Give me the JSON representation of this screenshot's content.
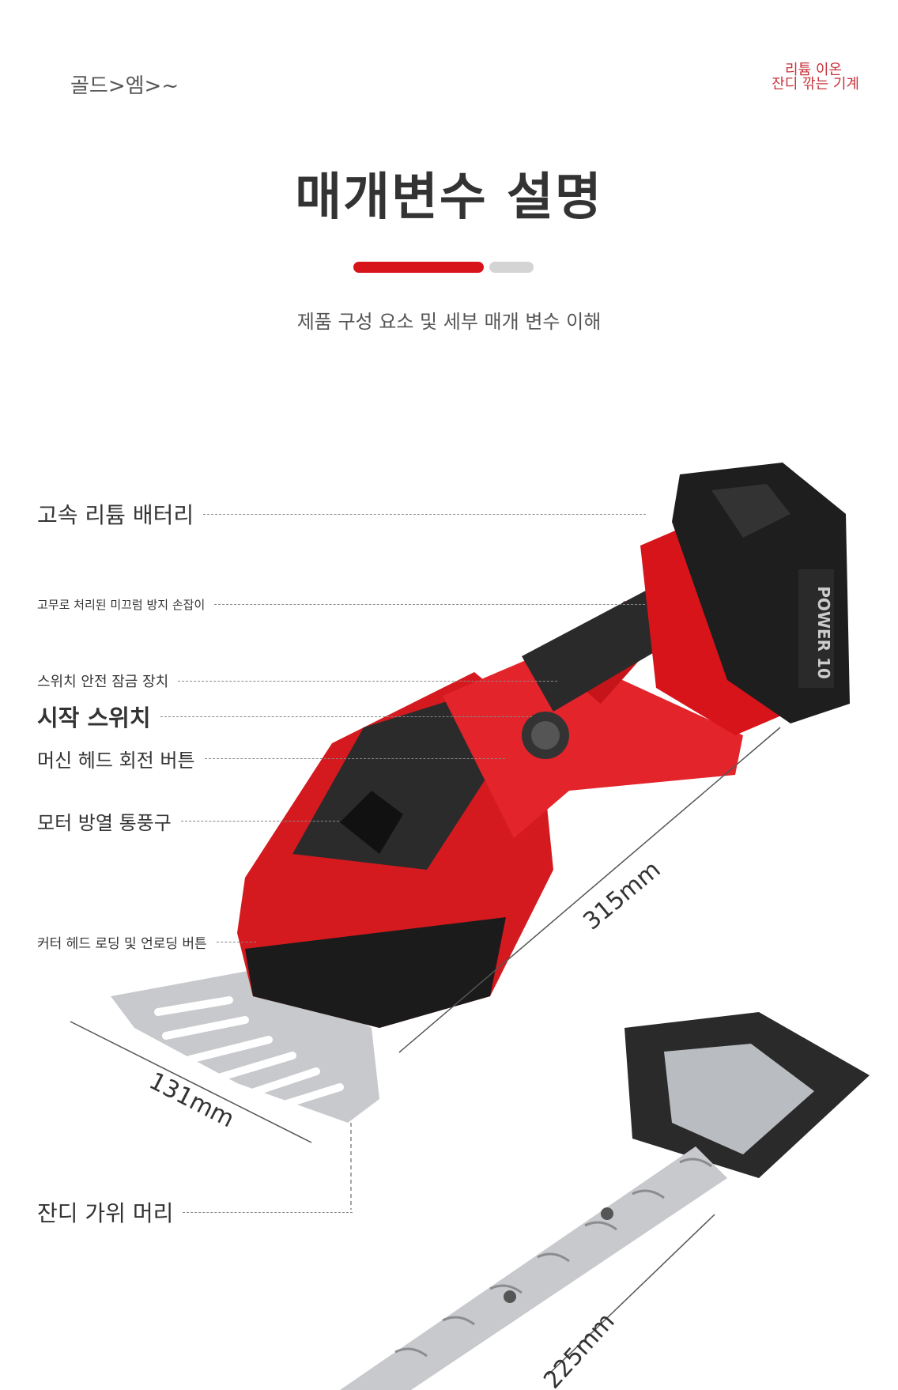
{
  "header": {
    "breadcrumb": "골드>엠>~",
    "logo_line1": "리튬 이온",
    "logo_line2": "잔디 깎는 기계"
  },
  "section": {
    "title": "매개변수 설명",
    "subtitle": "제품 구성 요소 및 세부 매개 변수 이해",
    "accent_color": "#d8141b"
  },
  "labels": [
    {
      "text": "고속 리튬 배터리"
    },
    {
      "text": "고무로 처리된 미끄럼 방지 손잡이"
    },
    {
      "text": "스위치 안전 잠금 장치"
    },
    {
      "text": "시작 스위치"
    },
    {
      "text": "머신 헤드 회전 버튼"
    },
    {
      "text": "모터 방열 통풍구"
    },
    {
      "text": "커터 헤드 로딩 및 언로딩 버튼"
    },
    {
      "text": "잔디 가위 머리"
    }
  ],
  "dimensions": {
    "body_length": "315mm",
    "grass_blade_width": "131mm",
    "hedge_blade_length": "225mm"
  },
  "product_badge": "POWER 10"
}
